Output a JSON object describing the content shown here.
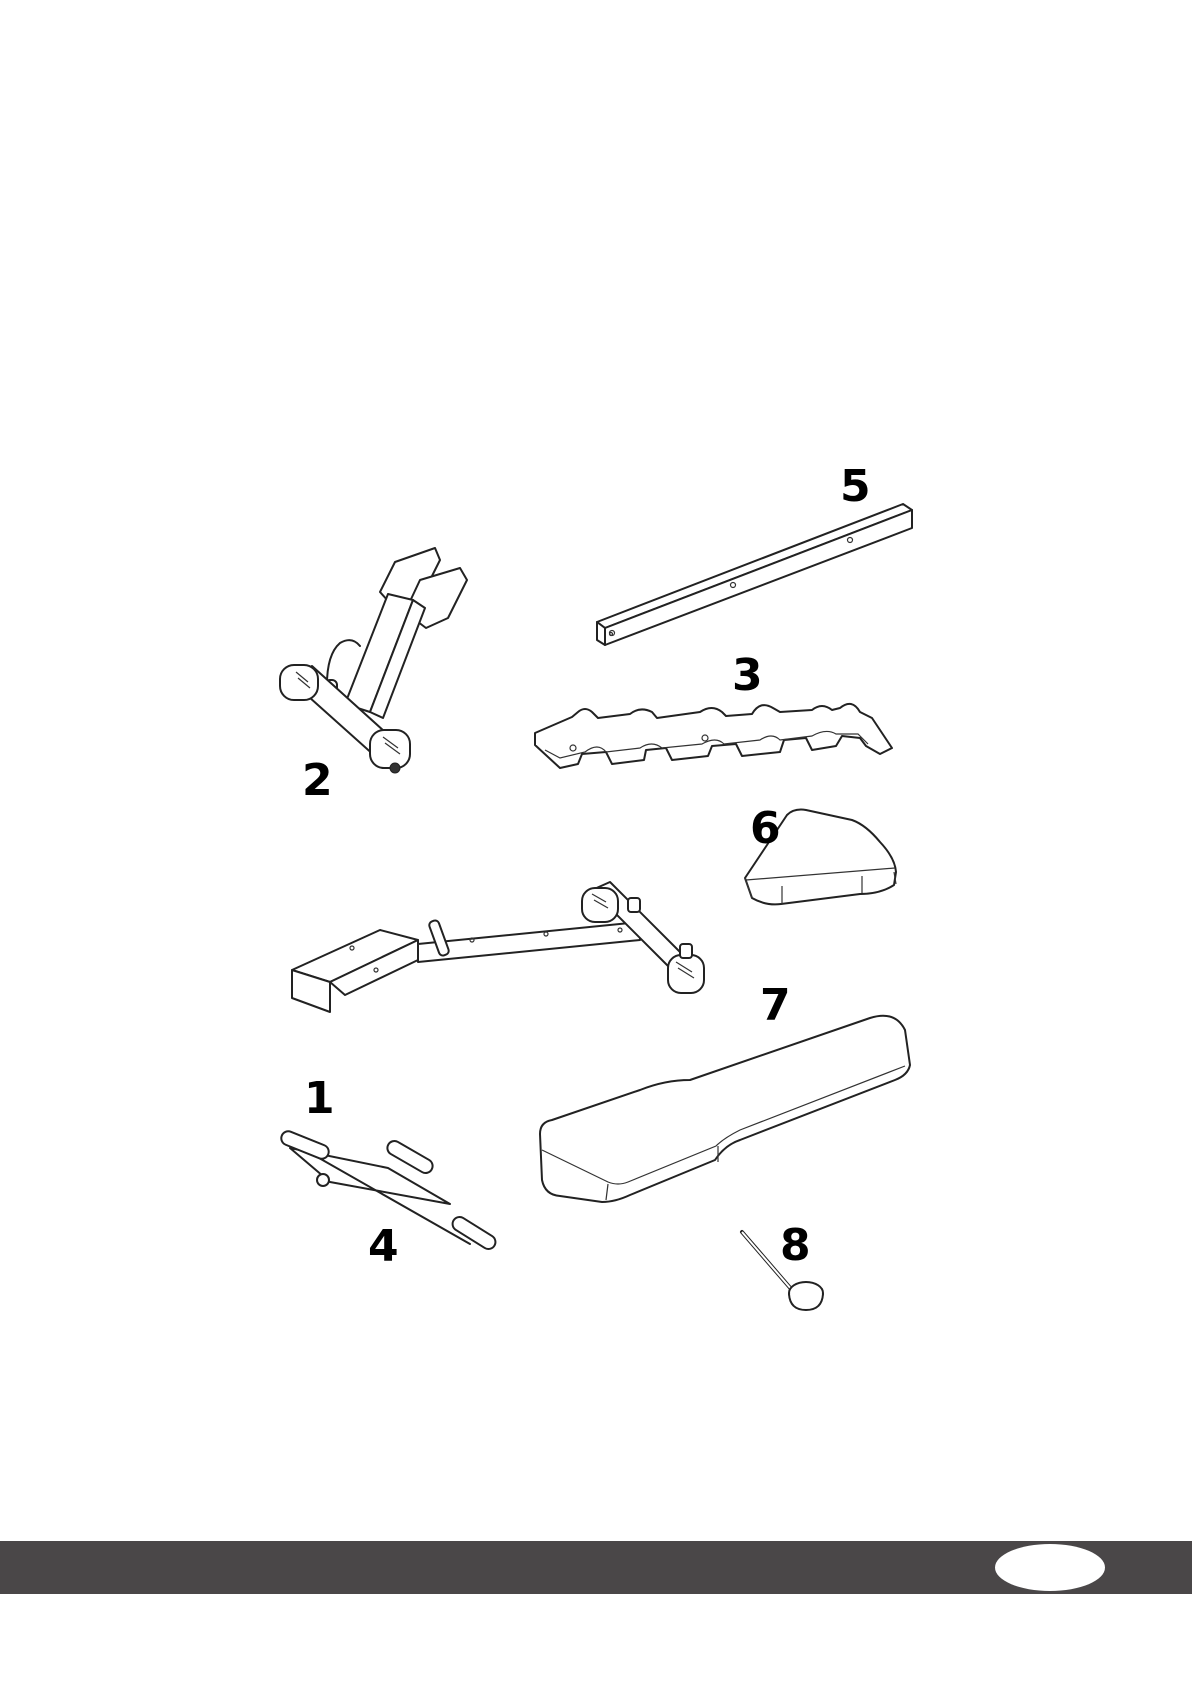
{
  "parts": [
    {
      "id": "part-1",
      "label": "1"
    },
    {
      "id": "part-2",
      "label": "2"
    },
    {
      "id": "part-3",
      "label": "3"
    },
    {
      "id": "part-4",
      "label": "4"
    },
    {
      "id": "part-5",
      "label": "5"
    },
    {
      "id": "part-6",
      "label": "6"
    },
    {
      "id": "part-7",
      "label": "7"
    },
    {
      "id": "part-8",
      "label": "8"
    }
  ],
  "colors": {
    "footer_band": "#4a4748",
    "line": "#222222",
    "background": "#ffffff"
  }
}
